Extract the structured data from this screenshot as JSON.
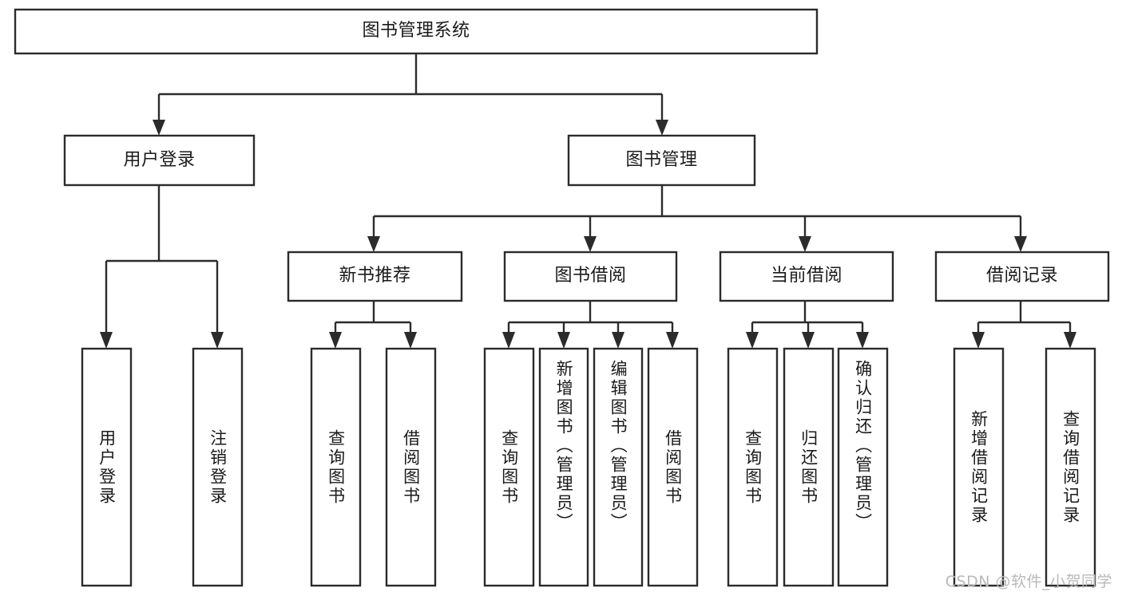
{
  "diagram": {
    "type": "hierarchy-tree",
    "title": "图书管理系统",
    "watermark": "CSDN @软件_小贺同学",
    "colors": {
      "stroke": "#2b2b2b",
      "fill": "#ffffff",
      "text": "#1a1a1a",
      "watermark": "#b9b9b9",
      "background": "#ffffff"
    },
    "nodes": {
      "root": {
        "label": "图书管理系统",
        "orientation": "horizontal"
      },
      "level2": [
        {
          "label": "用户登录",
          "orientation": "horizontal"
        },
        {
          "label": "图书管理",
          "orientation": "horizontal"
        }
      ],
      "level3": [
        {
          "label": "新书推荐",
          "orientation": "horizontal"
        },
        {
          "label": "图书借阅",
          "orientation": "horizontal"
        },
        {
          "label": "当前借阅",
          "orientation": "horizontal"
        },
        {
          "label": "借阅记录",
          "orientation": "horizontal"
        }
      ],
      "leaves": {
        "user_login": [
          {
            "label": "用户登录",
            "orientation": "vertical"
          },
          {
            "label": "注销登录",
            "orientation": "vertical"
          }
        ],
        "new_book_recommend": [
          {
            "label": "查询图书",
            "orientation": "vertical"
          },
          {
            "label": "借阅图书",
            "orientation": "vertical"
          }
        ],
        "book_borrow": [
          {
            "label": "查询图书",
            "orientation": "vertical"
          },
          {
            "label": "新增图书（管理员）",
            "orientation": "vertical"
          },
          {
            "label": "编辑图书（管理员）",
            "orientation": "vertical"
          },
          {
            "label": "借阅图书",
            "orientation": "vertical"
          }
        ],
        "current_borrow": [
          {
            "label": "查询图书",
            "orientation": "vertical"
          },
          {
            "label": "归还图书",
            "orientation": "vertical"
          },
          {
            "label": "确认归还（管理员）",
            "orientation": "vertical"
          }
        ],
        "borrow_record": [
          {
            "label": "新增借阅记录",
            "orientation": "vertical"
          },
          {
            "label": "查询借阅记录",
            "orientation": "vertical"
          }
        ]
      }
    }
  }
}
